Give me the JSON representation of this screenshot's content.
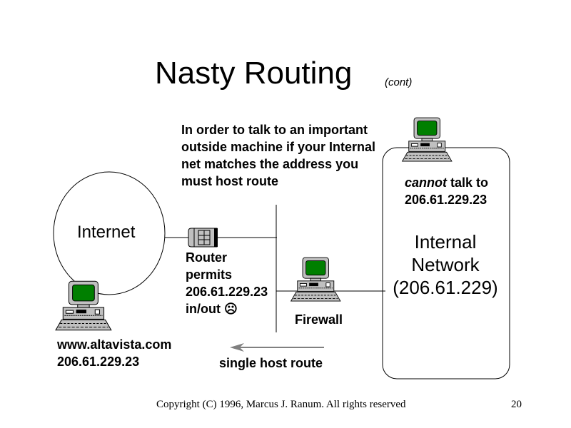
{
  "slide": {
    "title": "Nasty Routing",
    "title_suffix": "(cont)",
    "intro_text": "In order to talk to an important outside machine if your Internal net matches the address you must host route",
    "cannot_emphasis": "cannot",
    "cannot_rest": " talk to",
    "cannot_ip": "206.61.229.23",
    "internet_label": "Internet",
    "internal_network": {
      "line1": "Internal",
      "line2": "Network",
      "line3": "(206.61.229)"
    },
    "router_text": {
      "line1": "Router",
      "line2": "permits",
      "line3": "206.61.229.23",
      "line4": "in/out ☹"
    },
    "firewall_label": "Firewall",
    "external_host": {
      "hostname": "www.altavista.com",
      "ip": "206.61.229.23"
    },
    "arrow_label": "single host route",
    "footer": "Copyright (C) 1996, Marcus J. Ranum.  All rights reserved",
    "page_number": "20"
  },
  "colors": {
    "screen_green": "#007f00",
    "device_gray": "#c0c0c0",
    "arrow_gray": "#808080"
  }
}
